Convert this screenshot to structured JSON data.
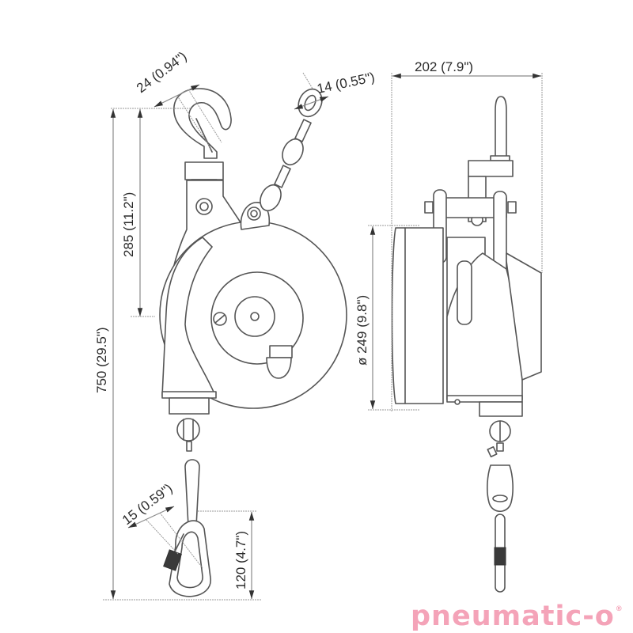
{
  "diagram": {
    "subject": "spring balancer technical dimension drawing",
    "views": [
      "side view",
      "front view"
    ],
    "dimensions": {
      "hook_width": "24 (0.94\")",
      "chain_link": "14 (0.55\")",
      "width": "202 (7.9\")",
      "hook_to_body": "285 (11.2\")",
      "total_length": "750 (29.5\")",
      "diameter": "ø 249 (9.8\")",
      "carabiner_opening": "15 (0.59\")",
      "carabiner_length": "120 (4.7\")"
    },
    "line_color": "#555555",
    "dimension_color": "#8a8a8a"
  },
  "logo": {
    "text": "pneumatico",
    "main": "pneumati",
    "tail": "c-o",
    "registered": "®",
    "color": "#f4a3b8"
  }
}
